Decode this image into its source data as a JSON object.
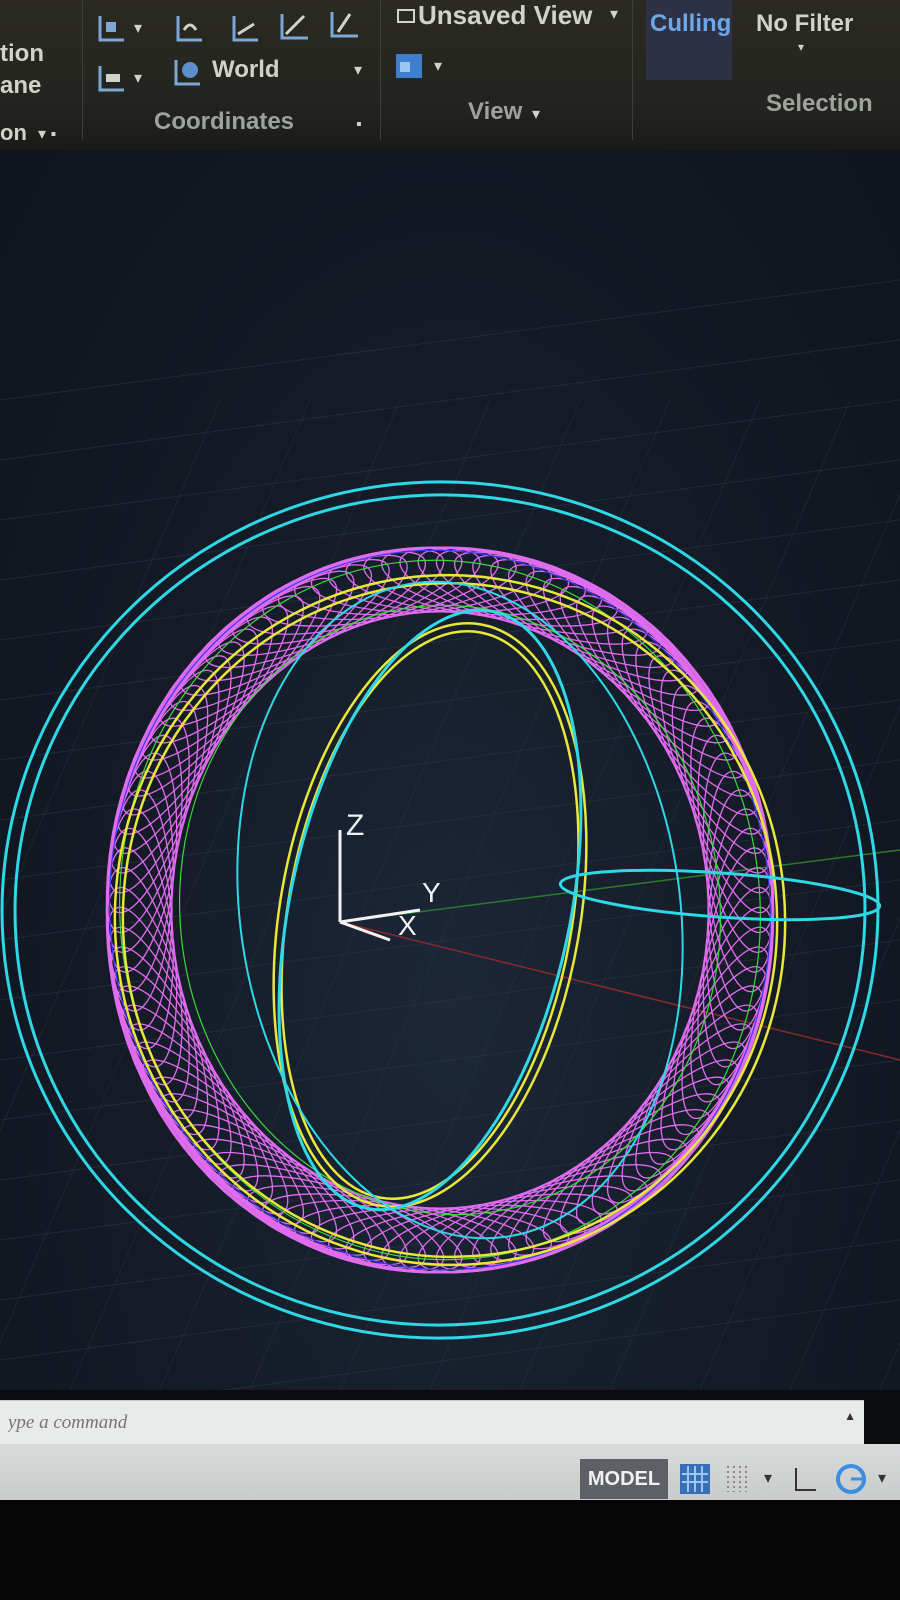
{
  "ribbon": {
    "partial_left_label_top": "tion",
    "partial_left_label_mid": "ane",
    "partial_left_group": "on",
    "coordinates_dropdown_value": "World",
    "coordinates_group_label": "Coordinates",
    "view_dropdown_value": "Unsaved View",
    "view_group_label": "View",
    "culling_label": "Culling",
    "filter_label": "No Filter",
    "selection_group_label": "Selection"
  },
  "viewport": {
    "axis_labels": {
      "z": "Z",
      "y": "Y",
      "x": "X"
    },
    "colors": {
      "background": "#151c28",
      "grid": "#2a3548",
      "magenta_wire": "#e06cf0",
      "cyan_wire": "#2fd8e6",
      "yellow_wire": "#e8e83a",
      "green_wire": "#3cd83c",
      "blue_wire": "#3a3cf0",
      "x_axis_line": "#8a2a2a",
      "y_axis_line": "#2d7a2d"
    }
  },
  "command_line": {
    "placeholder": "ype a command"
  },
  "status_bar": {
    "model_tab": "MODEL",
    "icons": [
      "grid-display-icon",
      "snap-mode-icon",
      "dropdown-icon",
      "ortho-icon",
      "polar-tracking-icon",
      "dropdown-icon"
    ]
  }
}
